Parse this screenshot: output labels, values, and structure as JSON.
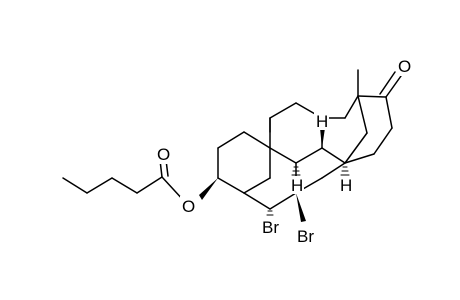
{
  "labels": {
    "ketone_o": "O",
    "ester_carbonyl_o": "O",
    "ester_o": "O",
    "br_5": "Br",
    "br_6": "Br",
    "h_8": "H",
    "h_9": "H",
    "h_14": "H"
  },
  "colors": {
    "ink": "#000000",
    "background": "#ffffff"
  }
}
